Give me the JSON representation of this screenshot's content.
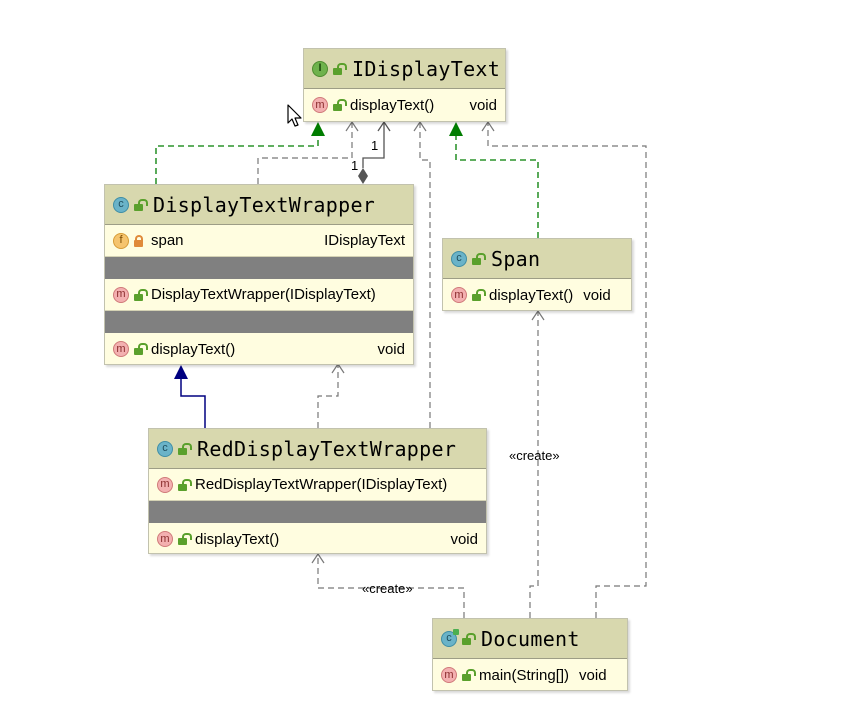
{
  "classes": {
    "idisplaytext": {
      "name": "IDisplayText",
      "kind_icon": "interface-icon",
      "methods": [
        {
          "name": "displayText()",
          "type": "void"
        }
      ]
    },
    "displaytextwrapper": {
      "name": "DisplayTextWrapper",
      "kind_icon": "class-icon",
      "fields": [
        {
          "name": "span",
          "type": "IDisplayText",
          "visibility": "private"
        }
      ],
      "constructors": [
        {
          "name": "DisplayTextWrapper(IDisplayText)"
        }
      ],
      "methods": [
        {
          "name": "displayText()",
          "type": "void"
        }
      ]
    },
    "span": {
      "name": "Span",
      "kind_icon": "class-icon",
      "methods": [
        {
          "name": "displayText()",
          "type": "void"
        }
      ]
    },
    "reddisplaytextwrapper": {
      "name": "RedDisplayTextWrapper",
      "kind_icon": "class-icon",
      "constructors": [
        {
          "name": "RedDisplayTextWrapper(IDisplayText)"
        }
      ],
      "methods": [
        {
          "name": "displayText()",
          "type": "void"
        }
      ]
    },
    "document": {
      "name": "Document",
      "kind_icon": "main-class-icon",
      "methods": [
        {
          "name": "main(String[])",
          "type": "void"
        }
      ]
    }
  },
  "icons": {
    "class_letter": "c",
    "interface_letter": "I",
    "method_letter": "m",
    "field_letter": "f"
  },
  "relations": {
    "composition_source_multiplicity": "1",
    "composition_target_multiplicity": "1",
    "create_label_span": "«create»",
    "create_label_red": "«create»"
  },
  "colors": {
    "header_bg": "#d8d8ae",
    "body_bg": "#fffde0",
    "realization": "#007d00",
    "inheritance": "#000080",
    "dependency": "#555555"
  }
}
